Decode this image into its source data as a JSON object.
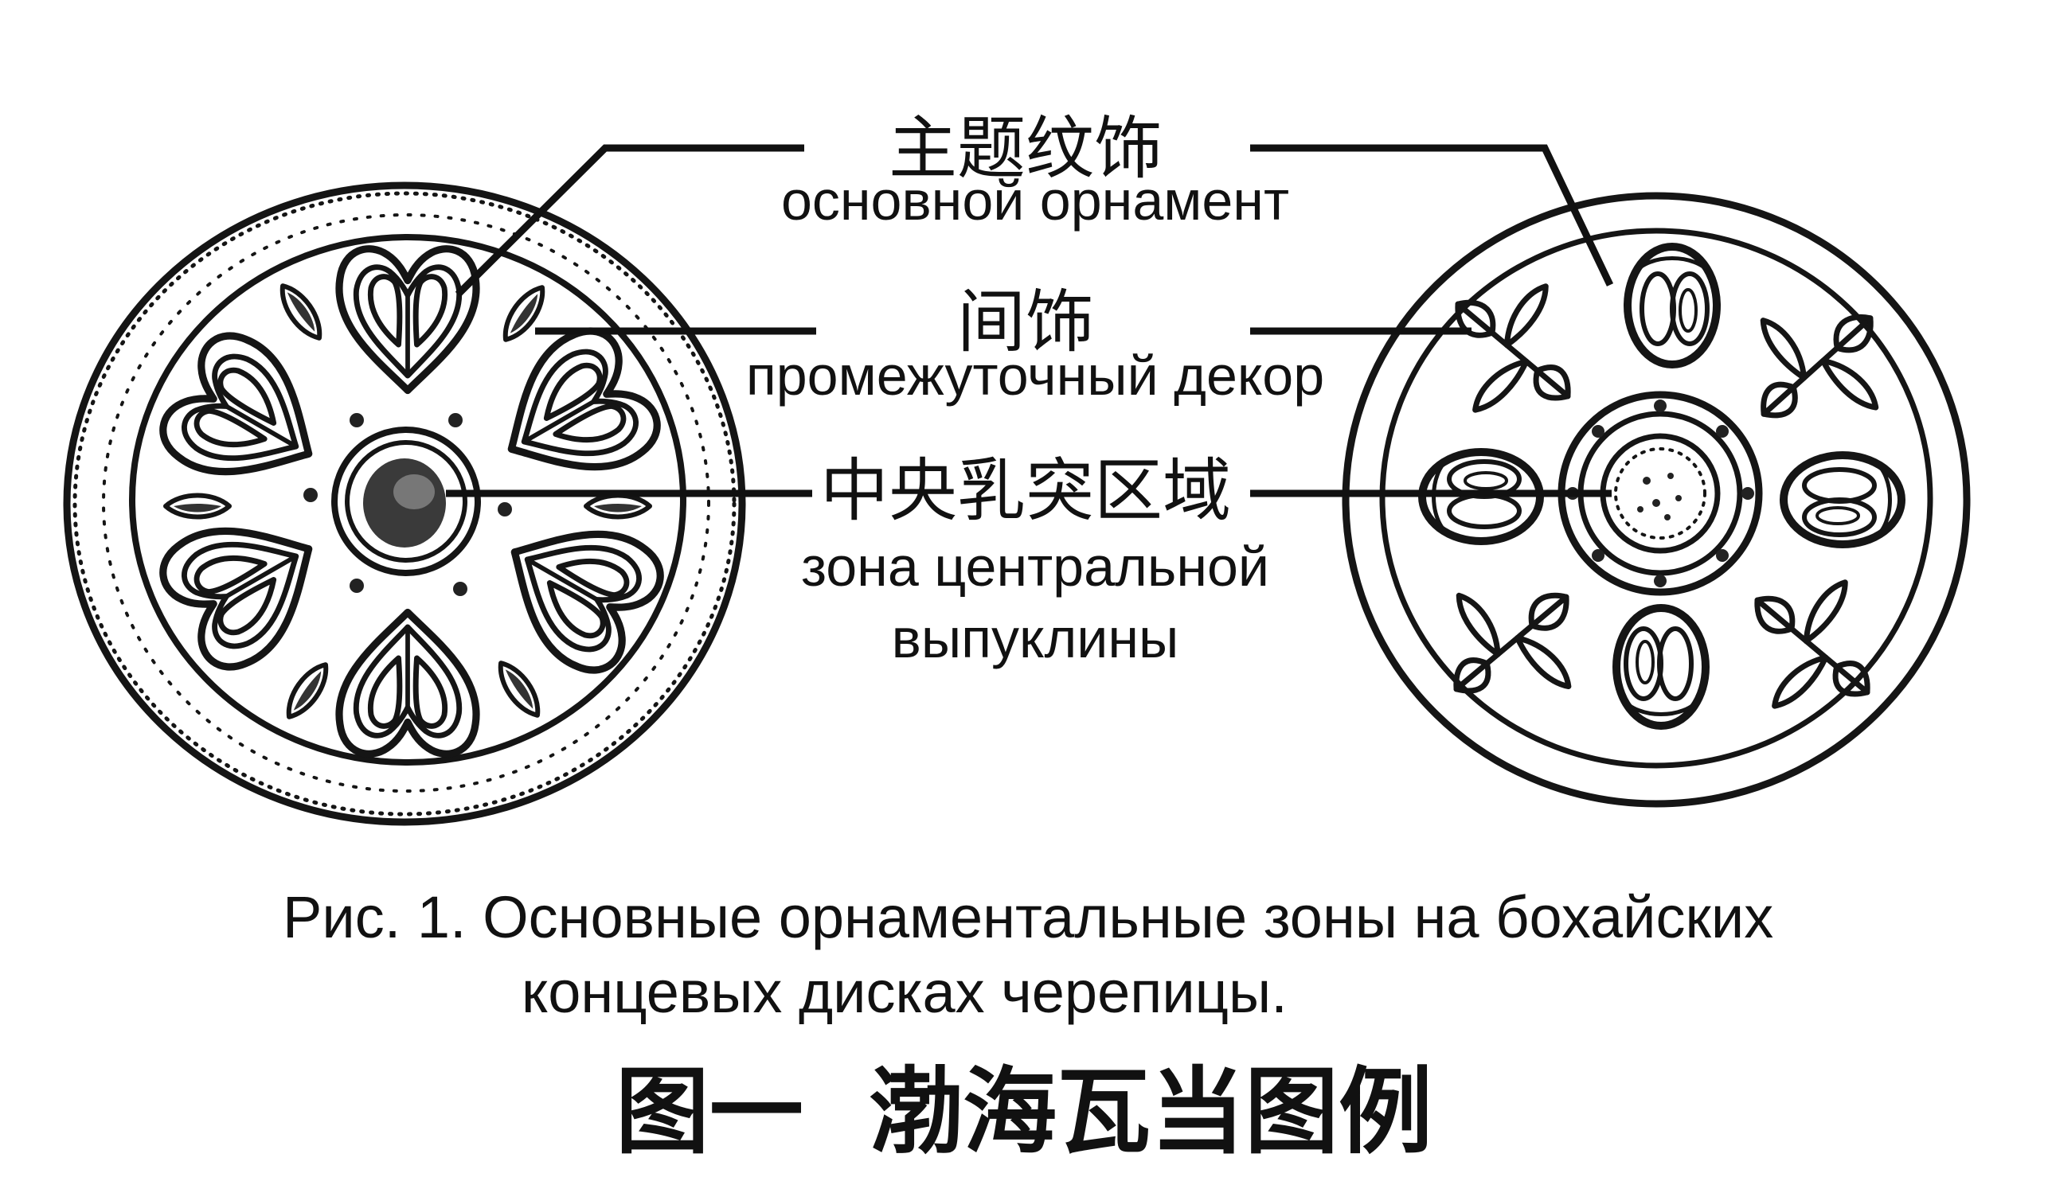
{
  "labels": {
    "main_ornament": {
      "cn": "主题纹饰",
      "ru": "основной орнамент"
    },
    "intermediate_decor": {
      "cn": "间饰",
      "ru": "промежуточный декор"
    },
    "central_boss_zone": {
      "cn": "中央乳突区域",
      "ru_line1": "зона центральной",
      "ru_line2": "выпуклины"
    }
  },
  "caption": {
    "line1": "Рис. 1. Основные орнаментальные зоны на бохайских",
    "line2": "концевых дисках черепицы."
  },
  "figure_title": "图一  渤海瓦当图例",
  "colors": {
    "ink": "#151515",
    "background": "#ffffff"
  }
}
